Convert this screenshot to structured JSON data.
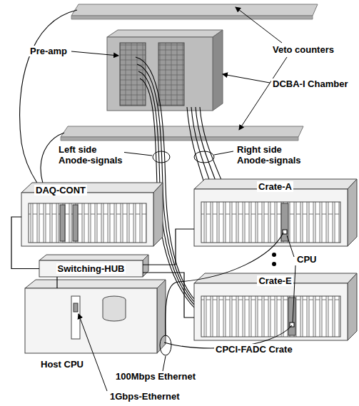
{
  "diagram": {
    "nodes": [
      {
        "text": [
          "DAQ-CONT"
        ]
      },
      {
        "text": [
          "Crate-A"
        ]
      },
      {
        "text": [
          "Switching-HUB"
        ]
      },
      {
        "text": [
          "Crate-E"
        ]
      },
      {
        "text": [
          "Host CPU"
        ]
      }
    ],
    "edges": [
      {
        "from": 0,
        "to": 2,
        "arrow": "none"
      },
      {
        "from": 2,
        "to": 1,
        "arrow": "none"
      },
      {
        "from": 2,
        "to": 3,
        "arrow": "none"
      },
      {
        "from": 2,
        "to": 4,
        "arrow": "none"
      }
    ],
    "labels": [
      "Pre-amp",
      "Veto counters",
      "DCBA-I Chamber",
      "Left side Anode-signals",
      "Right side Anode-signals",
      "CPU",
      "CPCI-FADC Crate",
      "100Mbps Ethernet",
      "1Gbps-Ethernet"
    ]
  }
}
